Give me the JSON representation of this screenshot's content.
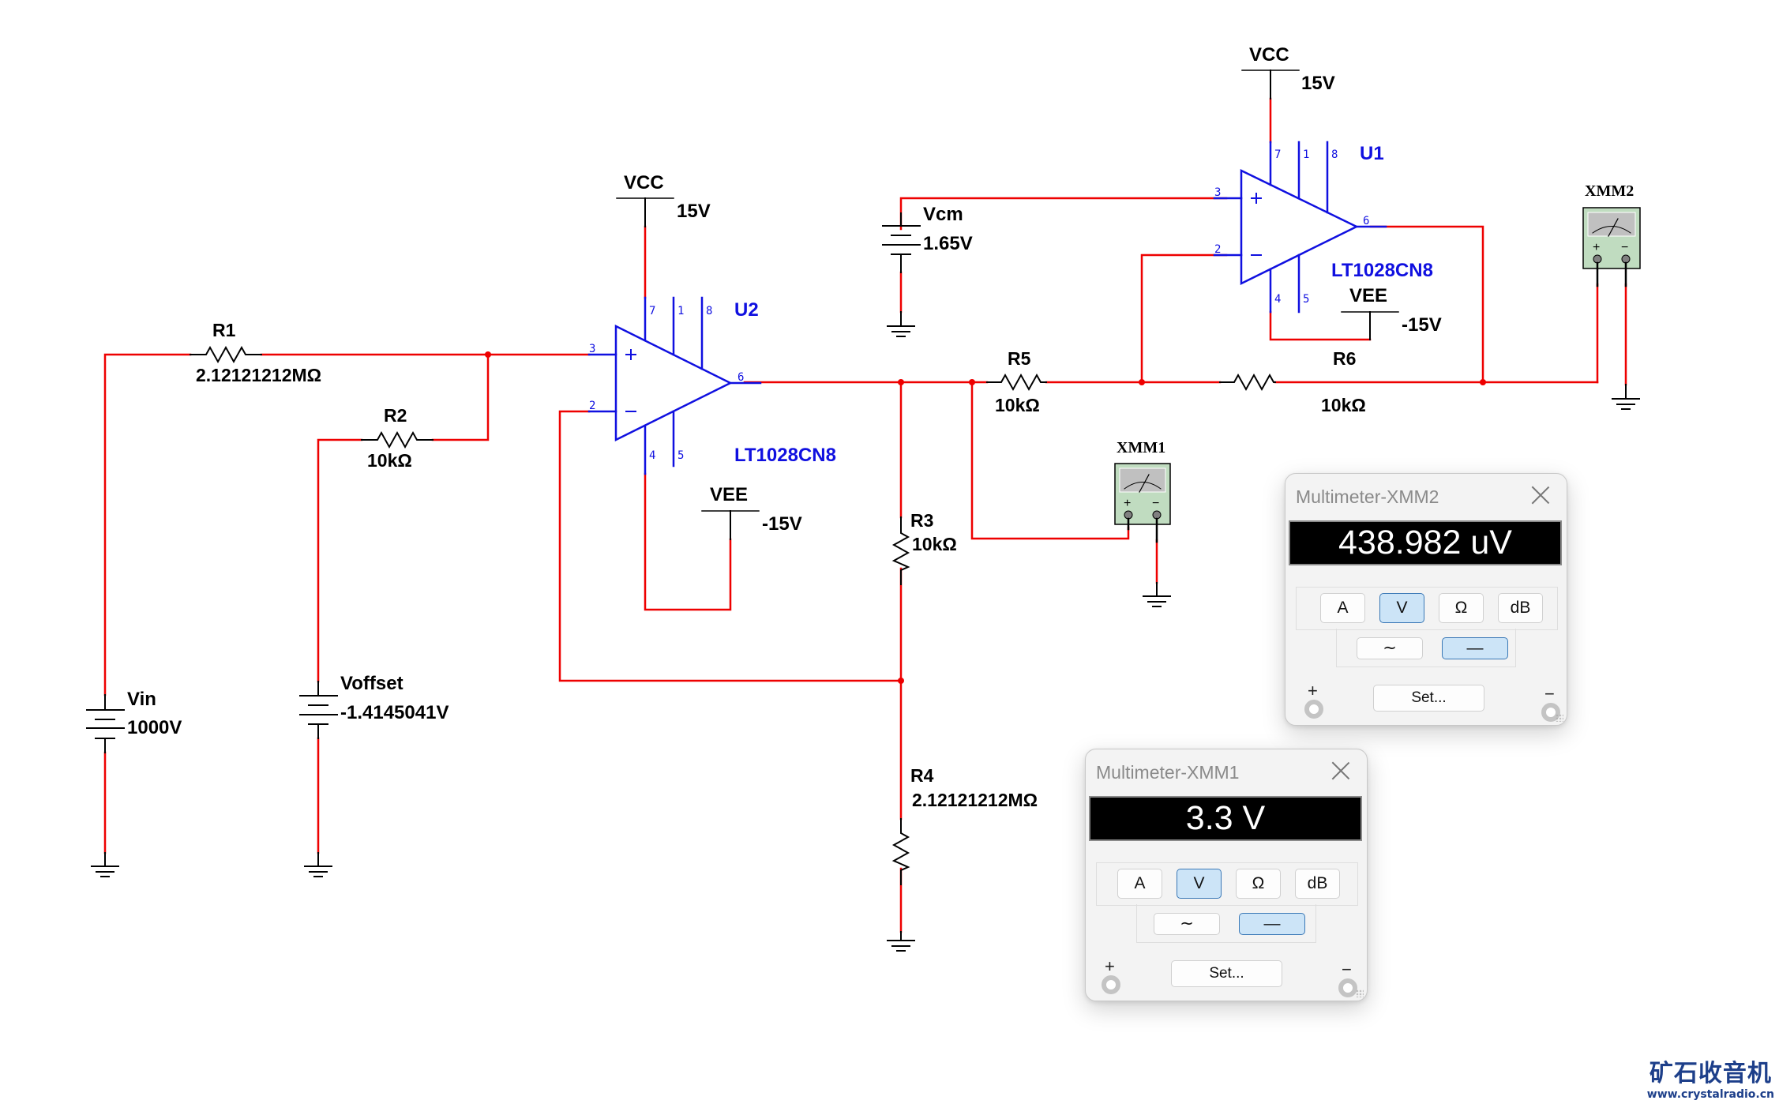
{
  "schematic": {
    "components": {
      "vin": {
        "name": "Vin",
        "value": "1000V"
      },
      "voffset": {
        "name": "Voffset",
        "value": "-1.4145041V"
      },
      "vcm": {
        "name": "Vcm",
        "value": "1.65V"
      },
      "r1": {
        "name": "R1",
        "value": "2.12121212MΩ"
      },
      "r2": {
        "name": "R2",
        "value": "10kΩ"
      },
      "r3": {
        "name": "R3",
        "value": "10kΩ"
      },
      "r4": {
        "name": "R4",
        "value": "2.12121212MΩ"
      },
      "r5": {
        "name": "R5",
        "value": "10kΩ"
      },
      "r6": {
        "name": "R6",
        "value": "10kΩ"
      },
      "u1": {
        "ref": "U1",
        "part": "LT1028CN8",
        "pins": {
          "p7": "7",
          "p1": "1",
          "p8": "8",
          "p3": "3",
          "p2": "2",
          "p6": "6",
          "p4": "4",
          "p5": "5"
        },
        "plus": "+",
        "minus": "−"
      },
      "u2": {
        "ref": "U2",
        "part": "LT1028CN8",
        "pins": {
          "p7": "7",
          "p1": "1",
          "p8": "8",
          "p3": "3",
          "p2": "2",
          "p6": "6",
          "p4": "4",
          "p5": "5"
        },
        "plus": "+",
        "minus": "−"
      },
      "vcc_u2": {
        "name": "VCC",
        "value": "15V"
      },
      "vee_u2": {
        "name": "VEE",
        "value": "-15V"
      },
      "vcc_u1": {
        "name": "VCC",
        "value": "15V"
      },
      "vee_u1": {
        "name": "VEE",
        "value": "-15V"
      },
      "xmm1": {
        "name": "XMM1",
        "plus": "+",
        "minus": "−"
      },
      "xmm2": {
        "name": "XMM2",
        "plus": "+",
        "minus": "−"
      }
    },
    "colors": {
      "wire": "#ee0000",
      "component": "#000000",
      "opamp": "#1010e0",
      "meter_body": "#c0dcc0"
    }
  },
  "multimeters": [
    {
      "id": "xmm2",
      "title": "Multimeter-XMM2",
      "reading": "438.982 uV",
      "functions": [
        {
          "label": "A",
          "active": false
        },
        {
          "label": "V",
          "active": true
        },
        {
          "label": "Ω",
          "active": false
        },
        {
          "label": "dB",
          "active": false
        }
      ],
      "modes": [
        {
          "label": "∼",
          "name": "ac",
          "active": false
        },
        {
          "label": "—",
          "name": "dc",
          "active": true
        }
      ],
      "set_label": "Set...",
      "plus_label": "+",
      "minus_label": "−"
    },
    {
      "id": "xmm1",
      "title": "Multimeter-XMM1",
      "reading": "3.3 V",
      "functions": [
        {
          "label": "A",
          "active": false
        },
        {
          "label": "V",
          "active": true
        },
        {
          "label": "Ω",
          "active": false
        },
        {
          "label": "dB",
          "active": false
        }
      ],
      "modes": [
        {
          "label": "∼",
          "name": "ac",
          "active": false
        },
        {
          "label": "—",
          "name": "dc",
          "active": true
        }
      ],
      "set_label": "Set...",
      "plus_label": "+",
      "minus_label": "−"
    }
  ],
  "watermark": {
    "title": "矿石收音机",
    "url": "www.crystalradio.cn"
  }
}
